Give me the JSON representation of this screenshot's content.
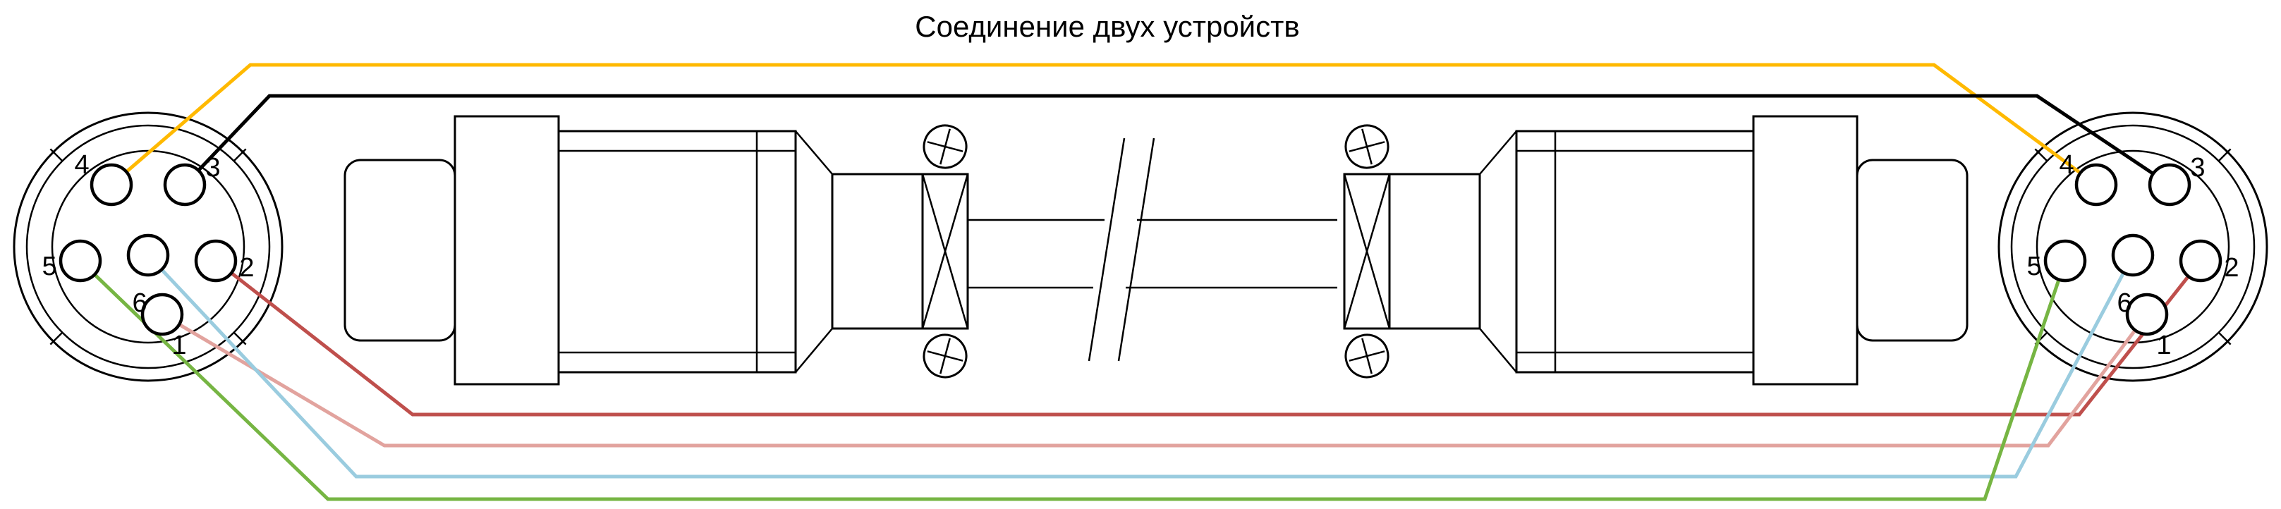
{
  "title": "Соединение двух устройств",
  "colors": {
    "diagram_outline": "#000000",
    "background": "#ffffff"
  },
  "connectors": {
    "left": {
      "pins": [
        "1",
        "2",
        "3",
        "4",
        "5",
        "6"
      ]
    },
    "right": {
      "pins": [
        "1",
        "2",
        "3",
        "4",
        "5",
        "6"
      ]
    }
  },
  "wires": [
    {
      "id": "yellow",
      "color": "#ffb900",
      "left_pin": "4",
      "right_pin": "4"
    },
    {
      "id": "black",
      "color": "#000000",
      "left_pin": "3",
      "right_pin": "3"
    },
    {
      "id": "red",
      "color": "#bf4f4c",
      "left_pin": "2",
      "right_pin": "2"
    },
    {
      "id": "pink",
      "color": "#e2a39e",
      "left_pin": "1",
      "right_pin": "1"
    },
    {
      "id": "blue",
      "color": "#9accdf",
      "left_pin": "6",
      "right_pin": "6"
    },
    {
      "id": "green",
      "color": "#76b543",
      "left_pin": "5",
      "right_pin": "5"
    }
  ]
}
